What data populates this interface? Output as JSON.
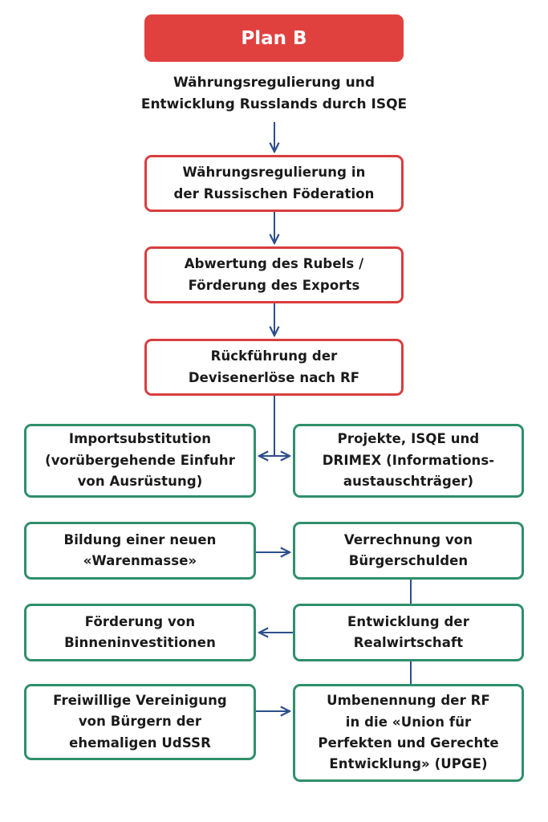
{
  "title": "Plan B",
  "subtitle": "Währungsregulierung und\nEntwicklung Russlands durch ISQE",
  "nodes": {
    "n1": "Währungsregulierung in\nder Russischen Föderation",
    "n2": "Abwertung des Rubels /\nFörderung des Exports",
    "n3": "Rückführung der\nDevisenerlöse nach RF",
    "n4": "Importsubstitution\n(vorübergehende Einfuhr\nvon Ausrüstung)",
    "n5": "Projekte, ISQE und\nDRIMEX (Informations-\naustauschträger)",
    "n6": "Bildung einer neuen\n«Warenmasse»",
    "n7": "Verrechnung von\nBürgerschulden",
    "n8": "Förderung von\nBinneninvestitionen",
    "n9": "Entwicklung der\nRealwirtschaft",
    "n10": "Freiwillige Vereinigung\nvon Bürgern der\nehemaligen UdSSR",
    "n11": "Umbenennung der RF\nin die «Union für\nPerfekten und Gerechte\nEntwicklung» (UPGE)"
  },
  "colors": {
    "title_bg": "#e0413f",
    "red_border": "#d93e3e",
    "green_border": "#2f8f6a",
    "arrow": "#2c4f8a"
  }
}
